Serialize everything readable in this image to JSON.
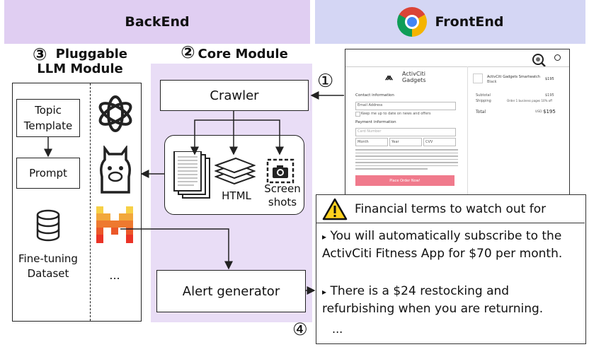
{
  "header": {
    "backend": "BackEnd",
    "frontend": "FrontEnd"
  },
  "markers": {
    "m1": "①",
    "m2": "②",
    "m3": "③",
    "m4": "④"
  },
  "llm": {
    "title_line1": "Pluggable",
    "title_line2": "LLM Module",
    "topic_template": "Topic\nTemplate",
    "prompt": "Prompt",
    "dataset": "Fine-tuning\nDataset",
    "more": "..."
  },
  "core": {
    "title": "Core Module",
    "crawler": "Crawler",
    "html": "HTML",
    "screenshots": "Screen\nshots",
    "alert_generator": "Alert generator"
  },
  "mock": {
    "brand": "ActivCiti\nGadgets",
    "contact": "Contact information",
    "email_ph": "Email Address",
    "keep_up": "Keep me up to date on news and offers",
    "payment": "Payment information",
    "card_ph": "Card Number",
    "exp_month": "Month",
    "exp_year": "Year",
    "cvv": "CVV",
    "pay_button": "Place Order Now!",
    "product": "ActivCiti Gadgets Smartwatch",
    "product_variant": "Black",
    "product_price": "$195",
    "subtotal_label": "Subtotal",
    "subtotal": "$195",
    "shipping_label": "Shipping",
    "shipping": "Order 1 business pages 10% off",
    "total_label": "Total",
    "total_currency": "USD",
    "total": "$195"
  },
  "alert": {
    "title": "Financial terms to watch out for",
    "items": [
      "You will automatically subscribe to the ActivCiti Fitness App for $70 per month.",
      "There is a $24 restocking and refurbishing when you are returning."
    ],
    "more": "..."
  },
  "colors": {
    "backend_bg": "#e0cef2",
    "frontend_bg": "#d4d6f4",
    "core_bg": "#e9ddf6",
    "pay_button": "#f07a8c"
  }
}
